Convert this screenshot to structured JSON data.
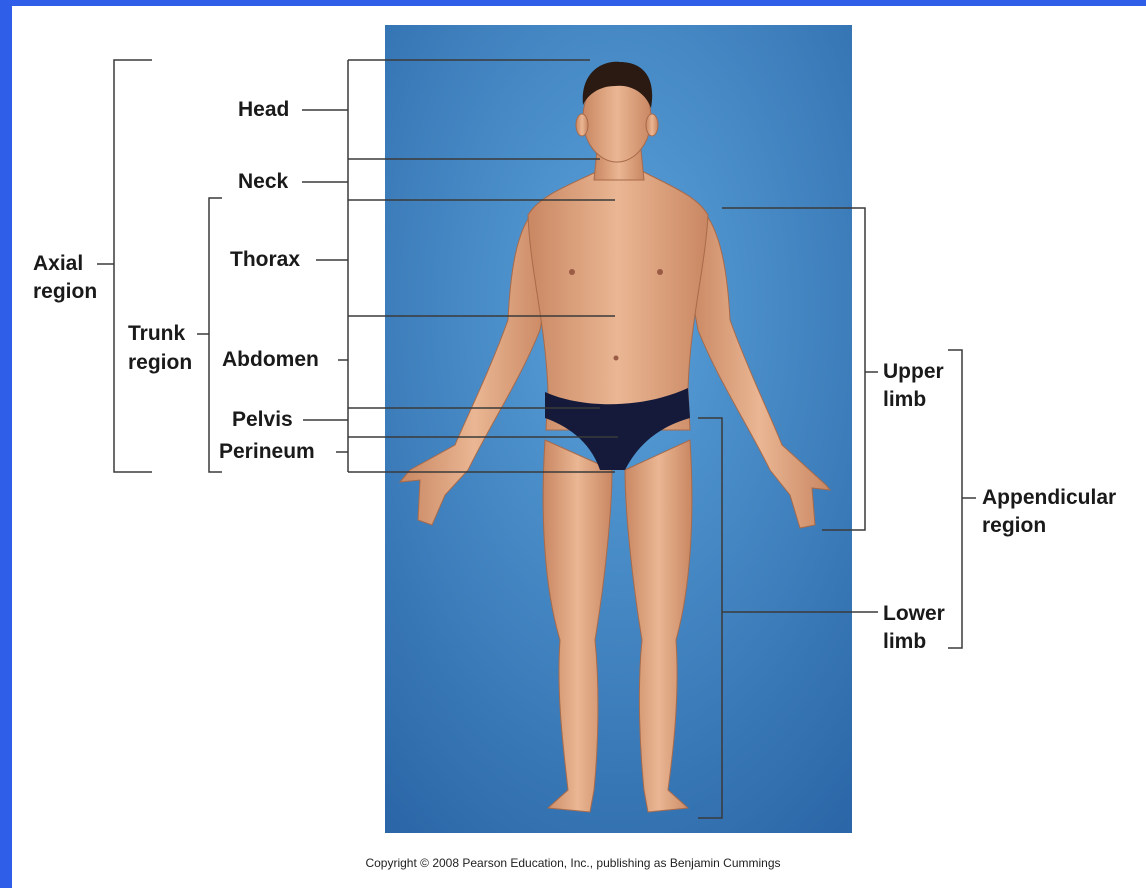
{
  "labels": {
    "head": "Head",
    "neck": "Neck",
    "thorax": "Thorax",
    "abdomen": "Abdomen",
    "pelvis": "Pelvis",
    "perineum": "Perineum",
    "axial_line1": "Axial",
    "axial_line2": "region",
    "trunk_line1": "Trunk",
    "trunk_line2": "region",
    "upper_line1": "Upper",
    "upper_line2": "limb",
    "lower_line1": "Lower",
    "lower_line2": "limb",
    "appendicular_line1": "Appendicular",
    "appendicular_line2": "region"
  },
  "copyright": "Copyright © 2008 Pearson Education, Inc., publishing as Benjamin Cummings",
  "colors": {
    "frame": "#2f5fe8",
    "photo_bg": "#3f86c8",
    "skin": "#e0a57f",
    "briefs": "#151a3a",
    "hair": "#2a1a12",
    "leader_line": "#3a3a3a"
  },
  "icons": {
    "figure": "human-figure-anterior-view"
  }
}
